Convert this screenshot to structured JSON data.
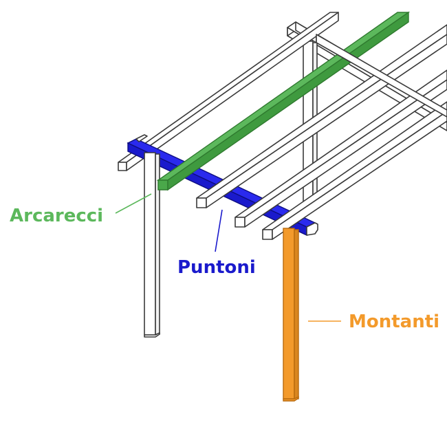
{
  "labels": {
    "arcarecci": "Arcarecci",
    "puntoni": "Puntoni",
    "montanti": "Montanti"
  },
  "colors": {
    "arcarecci": "#5cb85c",
    "puntoni": "#1a1acc",
    "montanti": "#f39a2b",
    "outline": "#3a3a3a",
    "background": "#ffffff"
  }
}
